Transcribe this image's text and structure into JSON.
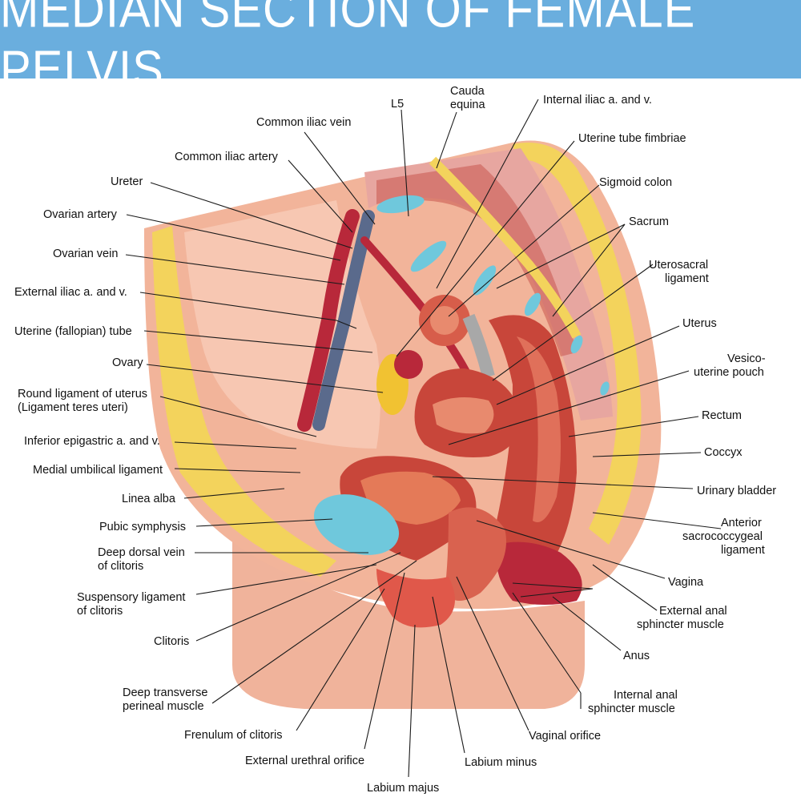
{
  "title": "MEDIAN SECTION OF FEMALE PELVIS",
  "labels": {
    "l5": "L5",
    "cauda_equina_1": "Cauda",
    "cauda_equina_2": "equina",
    "internal_iliac": "Internal iliac a. and v.",
    "common_iliac_vein": "Common iliac vein",
    "uterine_tube_fimbriae": "Uterine tube fimbriae",
    "common_iliac_artery": "Common iliac artery",
    "sigmoid_colon": "Sigmoid colon",
    "ureter": "Ureter",
    "ovarian_artery": "Ovarian artery",
    "sacrum": "Sacrum",
    "ovarian_vein": "Ovarian vein",
    "uterosacral_1": "Uterosacral",
    "uterosacral_2": "ligament",
    "external_iliac": "External iliac a. and v.",
    "uterus": "Uterus",
    "uterine_tube": "Uterine (fallopian) tube",
    "vesico_1": "Vesico-",
    "vesico_2": "uterine pouch",
    "ovary": "Ovary",
    "round_ligament_1": "Round ligament of uterus",
    "round_ligament_2": "(Ligament teres uteri)",
    "rectum": "Rectum",
    "inferior_epigastric": "Inferior epigastric a. and v.",
    "coccyx": "Coccyx",
    "medial_umbilical": "Medial umbilical ligament",
    "urinary_bladder": "Urinary bladder",
    "linea_alba": "Linea alba",
    "anterior_sacro_1": "Anterior",
    "anterior_sacro_2": "sacrococcygeal",
    "anterior_sacro_3": "ligament",
    "pubic_symphysis": "Pubic symphysis",
    "deep_dorsal_1": "Deep dorsal vein",
    "deep_dorsal_2": "of clitoris",
    "vagina": "Vagina",
    "suspensory_1": "Suspensory ligament",
    "suspensory_2": "of clitoris",
    "external_anal_1": "External anal",
    "external_anal_2": "sphincter muscle",
    "clitoris": "Clitoris",
    "anus": "Anus",
    "deep_transverse_1": "Deep transverse",
    "deep_transverse_2": "perineal muscle",
    "internal_anal_1": "Internal anal",
    "internal_anal_2": "sphincter muscle",
    "frenulum": "Frenulum of clitoris",
    "vaginal_orifice": "Vaginal orifice",
    "external_urethral": "External urethral orifice",
    "labium_minus": "Labium minus",
    "labium_majus": "Labium majus"
  },
  "colors": {
    "banner": "#6aaede",
    "skin": "#f2b49a",
    "fat": "#f3d35c",
    "muscle": "#c8463a",
    "bone": "#e8a9a4",
    "cartilage": "#6fc8dc",
    "vein": "#5a6a8c",
    "artery": "#b8283a"
  }
}
